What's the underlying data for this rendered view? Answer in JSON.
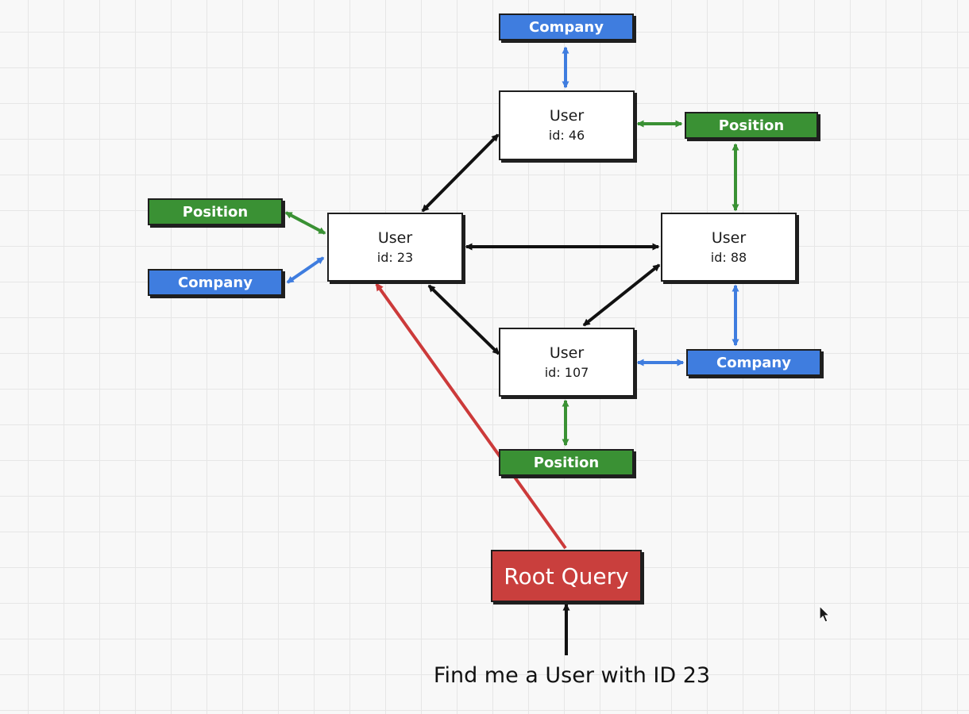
{
  "nodes": {
    "user_46": {
      "title": "User",
      "id_label": "id: 46"
    },
    "user_23": {
      "title": "User",
      "id_label": "id: 23"
    },
    "user_88": {
      "title": "User",
      "id_label": "id: 88"
    },
    "user_107": {
      "title": "User",
      "id_label": "id: 107"
    },
    "company_top": {
      "label": "Company"
    },
    "position_top_right": {
      "label": "Position"
    },
    "position_left": {
      "label": "Position"
    },
    "company_left": {
      "label": "Company"
    },
    "company_right": {
      "label": "Company"
    },
    "position_bottom": {
      "label": "Position"
    },
    "root_query": {
      "label": "Root Query"
    }
  },
  "caption": "Find me a User with ID 23",
  "colors": {
    "company": "#3f7ddf",
    "position": "#3a9134",
    "root": "#c93f3d",
    "user_link": "#111111",
    "query_link": "#cc3a3a",
    "grid": "#e6e6e6"
  },
  "edges": [
    {
      "from": "user_46",
      "to": "company_top",
      "kind": "company",
      "bidirectional": true
    },
    {
      "from": "user_46",
      "to": "position_top_right",
      "kind": "position",
      "bidirectional": true
    },
    {
      "from": "user_88",
      "to": "position_top_right",
      "kind": "position",
      "bidirectional": true
    },
    {
      "from": "user_23",
      "to": "position_left",
      "kind": "position",
      "bidirectional": true
    },
    {
      "from": "user_23",
      "to": "company_left",
      "kind": "company",
      "bidirectional": true
    },
    {
      "from": "user_23",
      "to": "user_46",
      "kind": "user",
      "bidirectional": true
    },
    {
      "from": "user_23",
      "to": "user_88",
      "kind": "user",
      "bidirectional": true
    },
    {
      "from": "user_23",
      "to": "user_107",
      "kind": "user",
      "bidirectional": true
    },
    {
      "from": "user_88",
      "to": "user_107",
      "kind": "user",
      "bidirectional": true
    },
    {
      "from": "user_88",
      "to": "company_right",
      "kind": "company",
      "bidirectional": true
    },
    {
      "from": "user_107",
      "to": "company_right",
      "kind": "company",
      "bidirectional": true
    },
    {
      "from": "user_107",
      "to": "position_bottom",
      "kind": "position",
      "bidirectional": true
    },
    {
      "from": "root_query",
      "to": "user_23",
      "kind": "query",
      "bidirectional": false
    },
    {
      "from": "caption",
      "to": "root_query",
      "kind": "user",
      "bidirectional": false
    }
  ],
  "cursor_icon": "mouse-pointer-icon"
}
